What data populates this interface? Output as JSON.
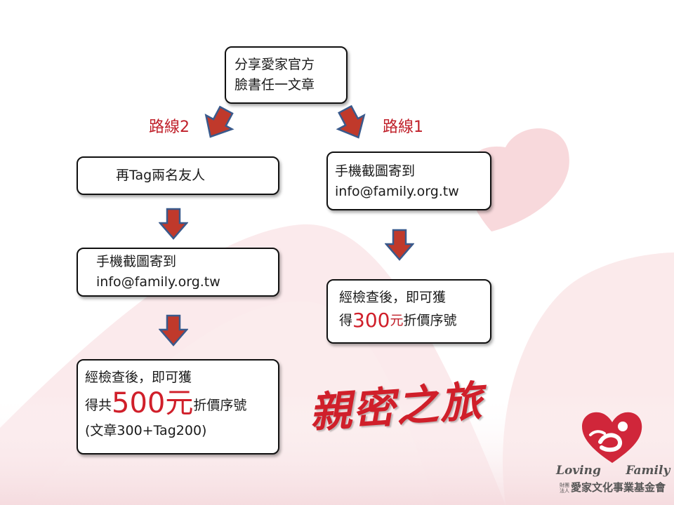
{
  "start_box": {
    "line1": "分享愛家官方",
    "line2": "臉書任一文章"
  },
  "route2": {
    "label": "路線2",
    "step1": "再Tag兩名友人",
    "step2": {
      "line1": "手機截圖寄到",
      "line2": "info@family.org.tw"
    },
    "step3": {
      "line1": "經檢查後，即可獲",
      "line2_pre": "得共",
      "amount": "500元",
      "line2_post": "折價序號",
      "line3": "(文章300+Tag200)"
    }
  },
  "route1": {
    "label": "路線1",
    "step1": {
      "line1": "手機截圖寄到",
      "line2": "info@family.org.tw"
    },
    "step2": {
      "line1": "經檢查後，即可獲",
      "line2_pre": "得",
      "amount": "300",
      "line2_unit": "元",
      "line2_post": "折價序號"
    }
  },
  "campaign_title": "親密之旅",
  "logo": {
    "tagline_left": "Loving",
    "tagline_right": "Family",
    "org_prefix": "財團法人",
    "org_name": "愛家文化事業基金會"
  },
  "colors": {
    "accent_red": "#c0202a",
    "arrow_red": "#c0392b",
    "arrow_outline": "#3a5a8c"
  }
}
